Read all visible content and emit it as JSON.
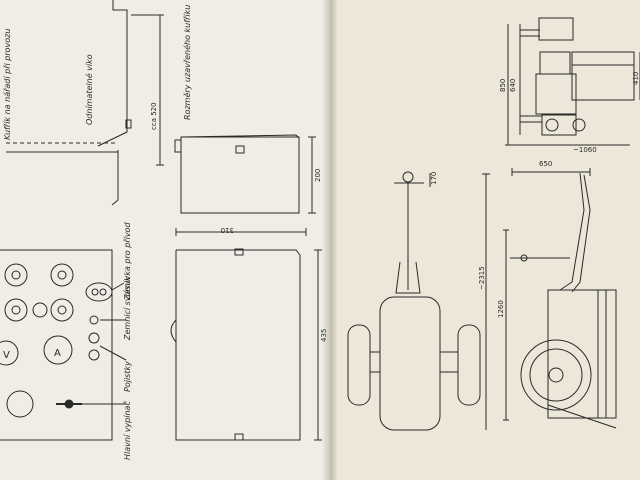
{
  "left_page": {
    "labels": {
      "kufr_label": "Kufřík na nářadí při provozu",
      "hinged_lid": "Odnímatelné víko",
      "case_closed": "Rozměry uzavřeného kufříku",
      "supply_socket": "Zásuvka pro přívod",
      "ground_terminal": "Zemnicí svorník",
      "fuses": "Pojistky",
      "main_switch": "Hlavní vypínač",
      "v_meter": "V",
      "a_meter": "A"
    },
    "dimensions": {
      "d520": "cca 520",
      "d310": "310",
      "d200": "200",
      "d435": "435"
    }
  },
  "right_page": {
    "dimensions": {
      "d1060": "~1060",
      "d650": "650",
      "d2315": "~2315",
      "d1260": "1260",
      "d640": "640",
      "d850": "850",
      "d410": "410",
      "d170": "170"
    }
  },
  "colors": {
    "paper_left": "#efede6",
    "paper_right": "#ece7d9",
    "ink": "#2a2a2a"
  }
}
